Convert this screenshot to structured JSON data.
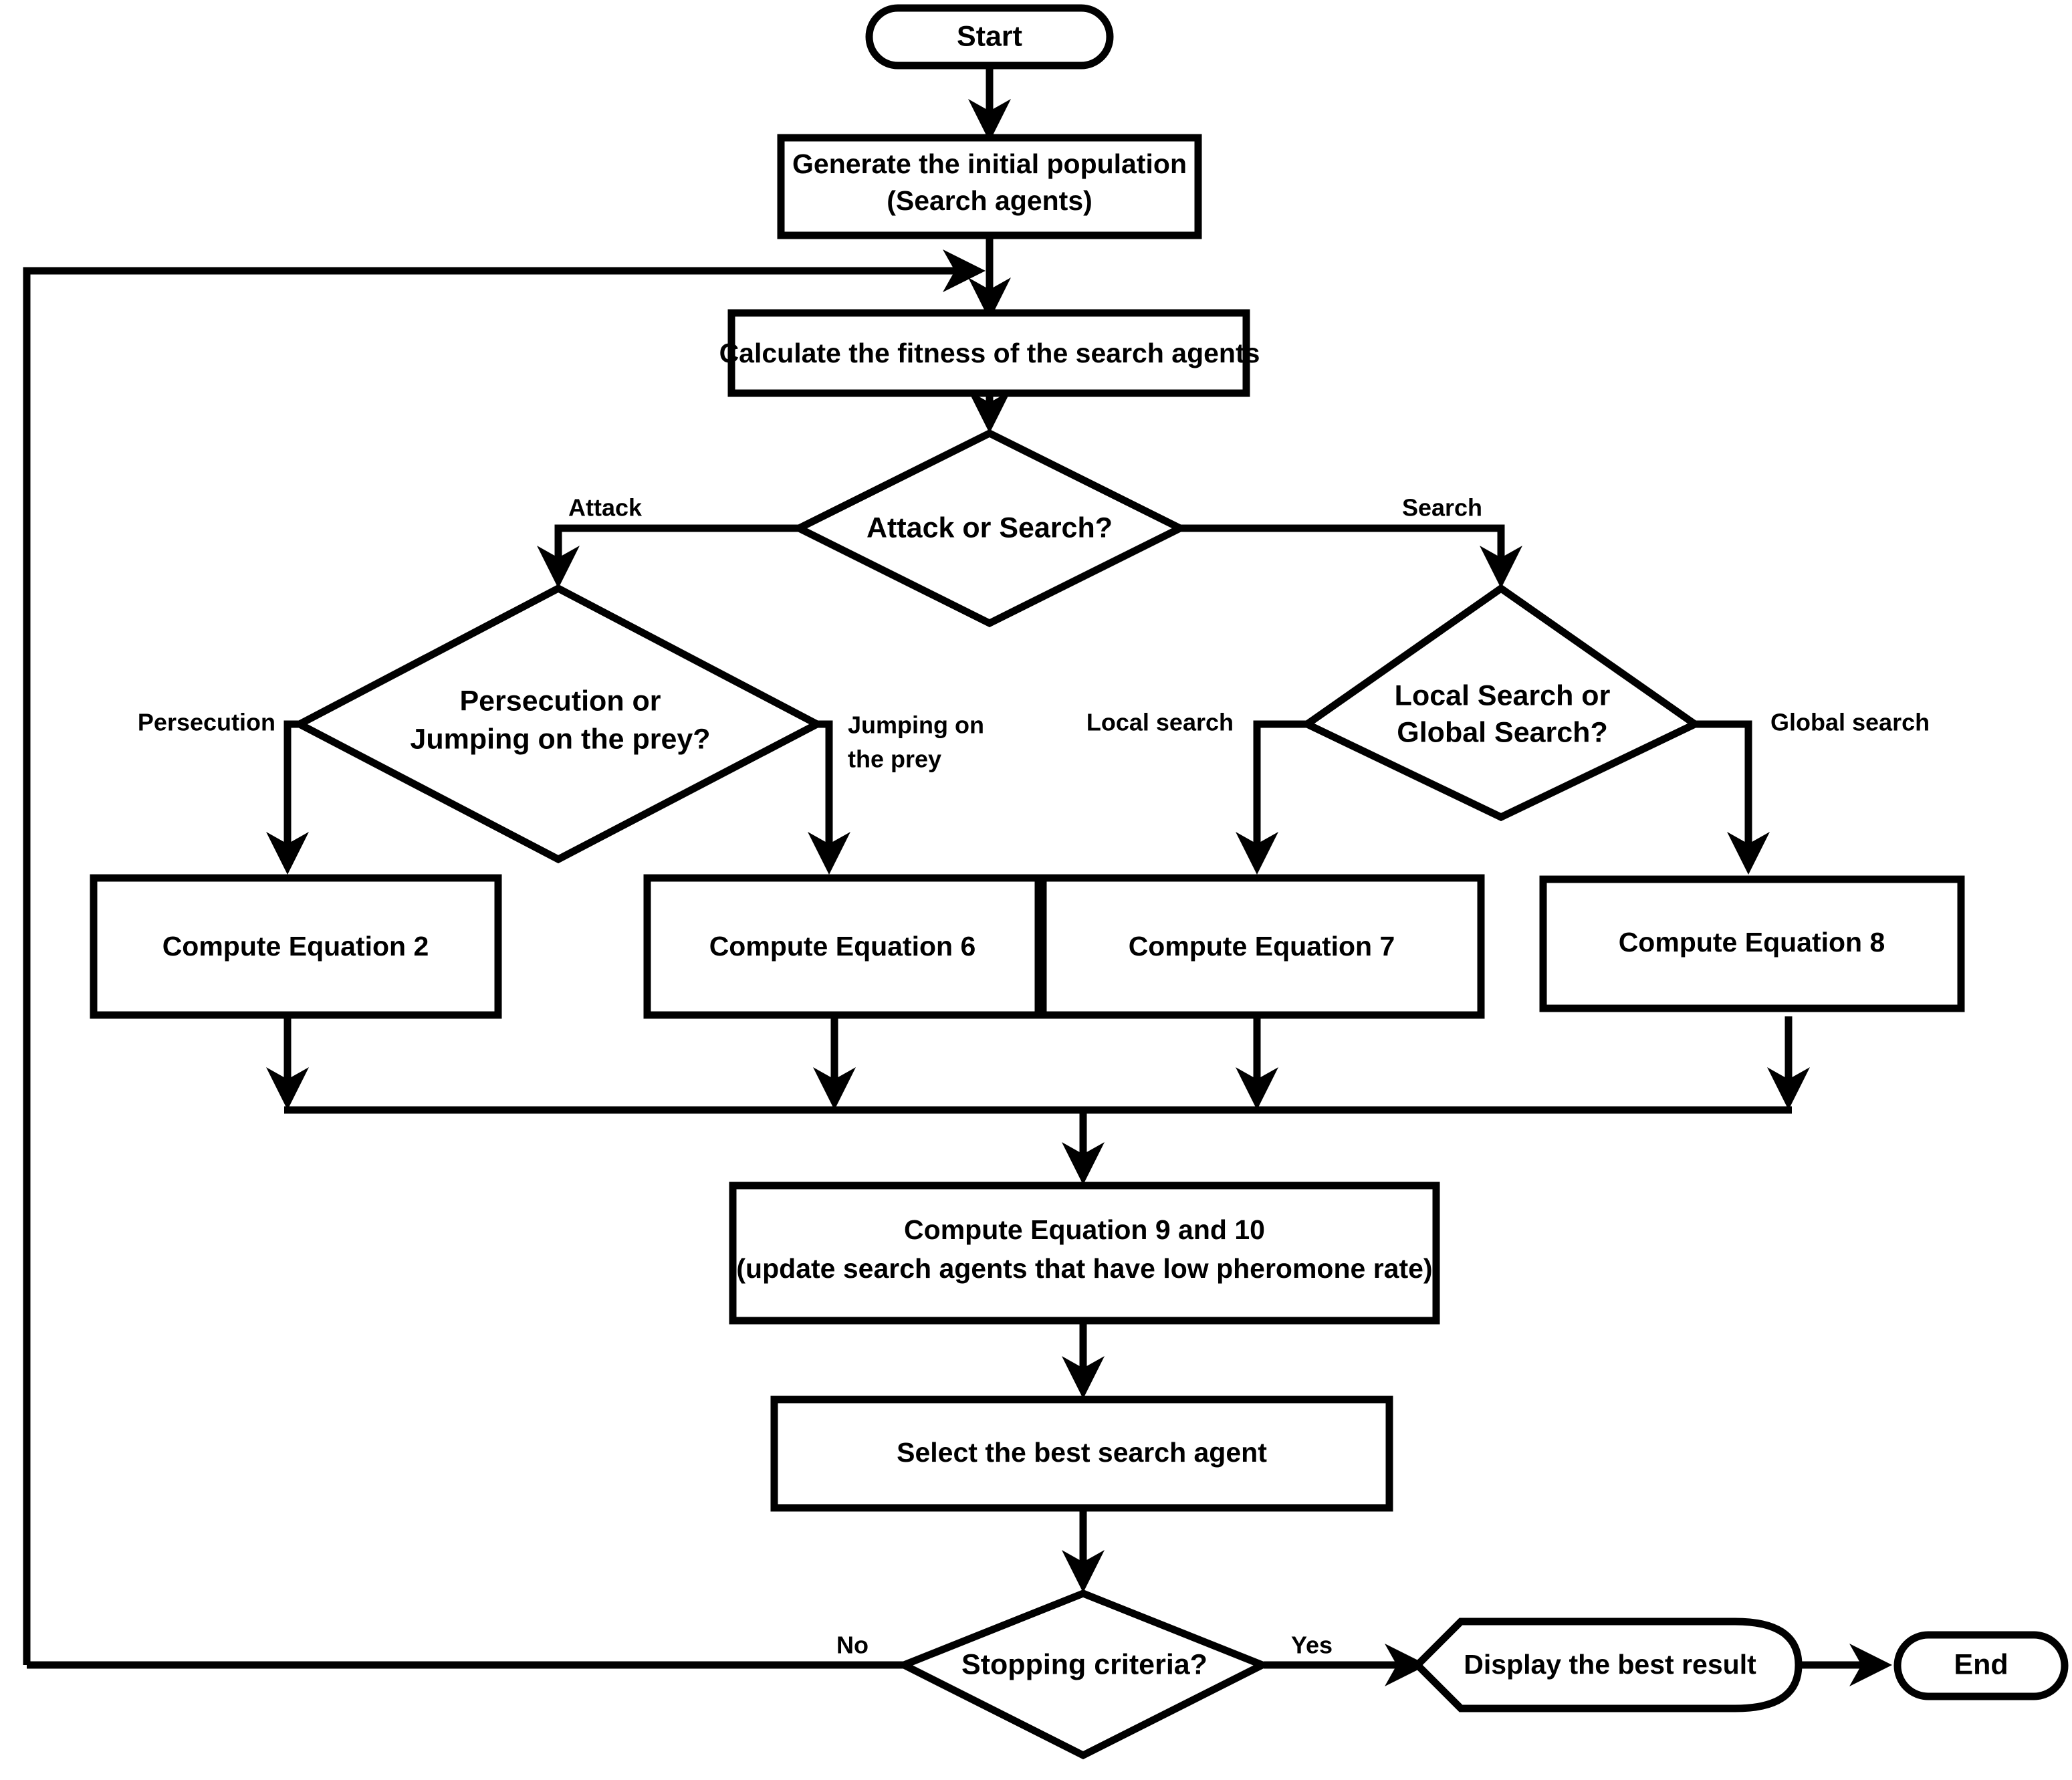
{
  "diagram": {
    "title": "Algorithm Flowchart",
    "type": "flowchart",
    "colors": {
      "stroke": "#000000",
      "fill": "#ffffff",
      "text": "#000000"
    },
    "nodes": {
      "start": {
        "label": "Start",
        "shape": "terminator"
      },
      "init_population": {
        "line1": "Generate the initial population",
        "line2": "(Search agents)",
        "shape": "process"
      },
      "calc_fitness": {
        "label": "Calculate the fitness of the search agents",
        "shape": "process"
      },
      "attack_or_search": {
        "label": "Attack or Search?",
        "shape": "decision"
      },
      "persecution_or_jumping": {
        "line1": "Persecution or",
        "line2": "Jumping on the prey?",
        "shape": "decision"
      },
      "local_or_global": {
        "line1": "Local Search or",
        "line2": "Global Search?",
        "shape": "decision"
      },
      "eq2": {
        "label": "Compute Equation 2",
        "shape": "process"
      },
      "eq6": {
        "label": "Compute Equation 6",
        "shape": "process"
      },
      "eq7": {
        "label": "Compute Equation 7",
        "shape": "process"
      },
      "eq8": {
        "label": "Compute Equation 8",
        "shape": "process"
      },
      "eq9_10": {
        "line1": "Compute Equation 9 and 10",
        "line2": "(update search agents that have low pheromone rate)",
        "shape": "process"
      },
      "select_best": {
        "label": "Select the best search agent",
        "shape": "process"
      },
      "stopping_criteria": {
        "label": "Stopping criteria?",
        "shape": "decision"
      },
      "display_result": {
        "label": "Display the best result",
        "shape": "display"
      },
      "end": {
        "label": "End",
        "shape": "terminator"
      }
    },
    "edge_labels": {
      "attack": "Attack",
      "search": "Search",
      "persecution": "Persecution",
      "jumping_line1": "Jumping on",
      "jumping_line2": "the prey",
      "local_search": "Local search",
      "global_search": "Global search",
      "no": "No",
      "yes": "Yes"
    }
  }
}
